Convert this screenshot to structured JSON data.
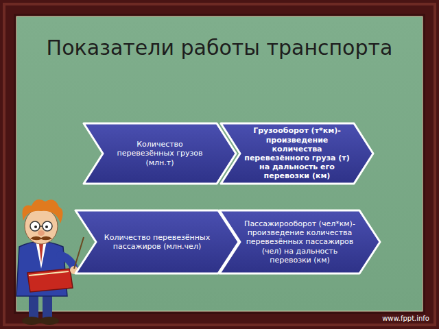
{
  "diagram": {
    "title": "Показатели работы транспорта",
    "nodes": [
      {
        "text": [
          "Количество перевезённых грузов (млн.т)"
        ]
      },
      {
        "text": [
          "Грузооборот (т*км)- произведение количества перевезённого груза (т) на дальность его перевозки (км)"
        ]
      },
      {
        "text": [
          "Количество перевезённых пассажиров (млн.чел)"
        ]
      },
      {
        "text": [
          "Пассажирооборот (чел*км)- произведение количества перевезённых пассажиров (чел) на дальность перевозки (км)"
        ]
      }
    ],
    "labels": [
      "www.fppt.info"
    ]
  }
}
